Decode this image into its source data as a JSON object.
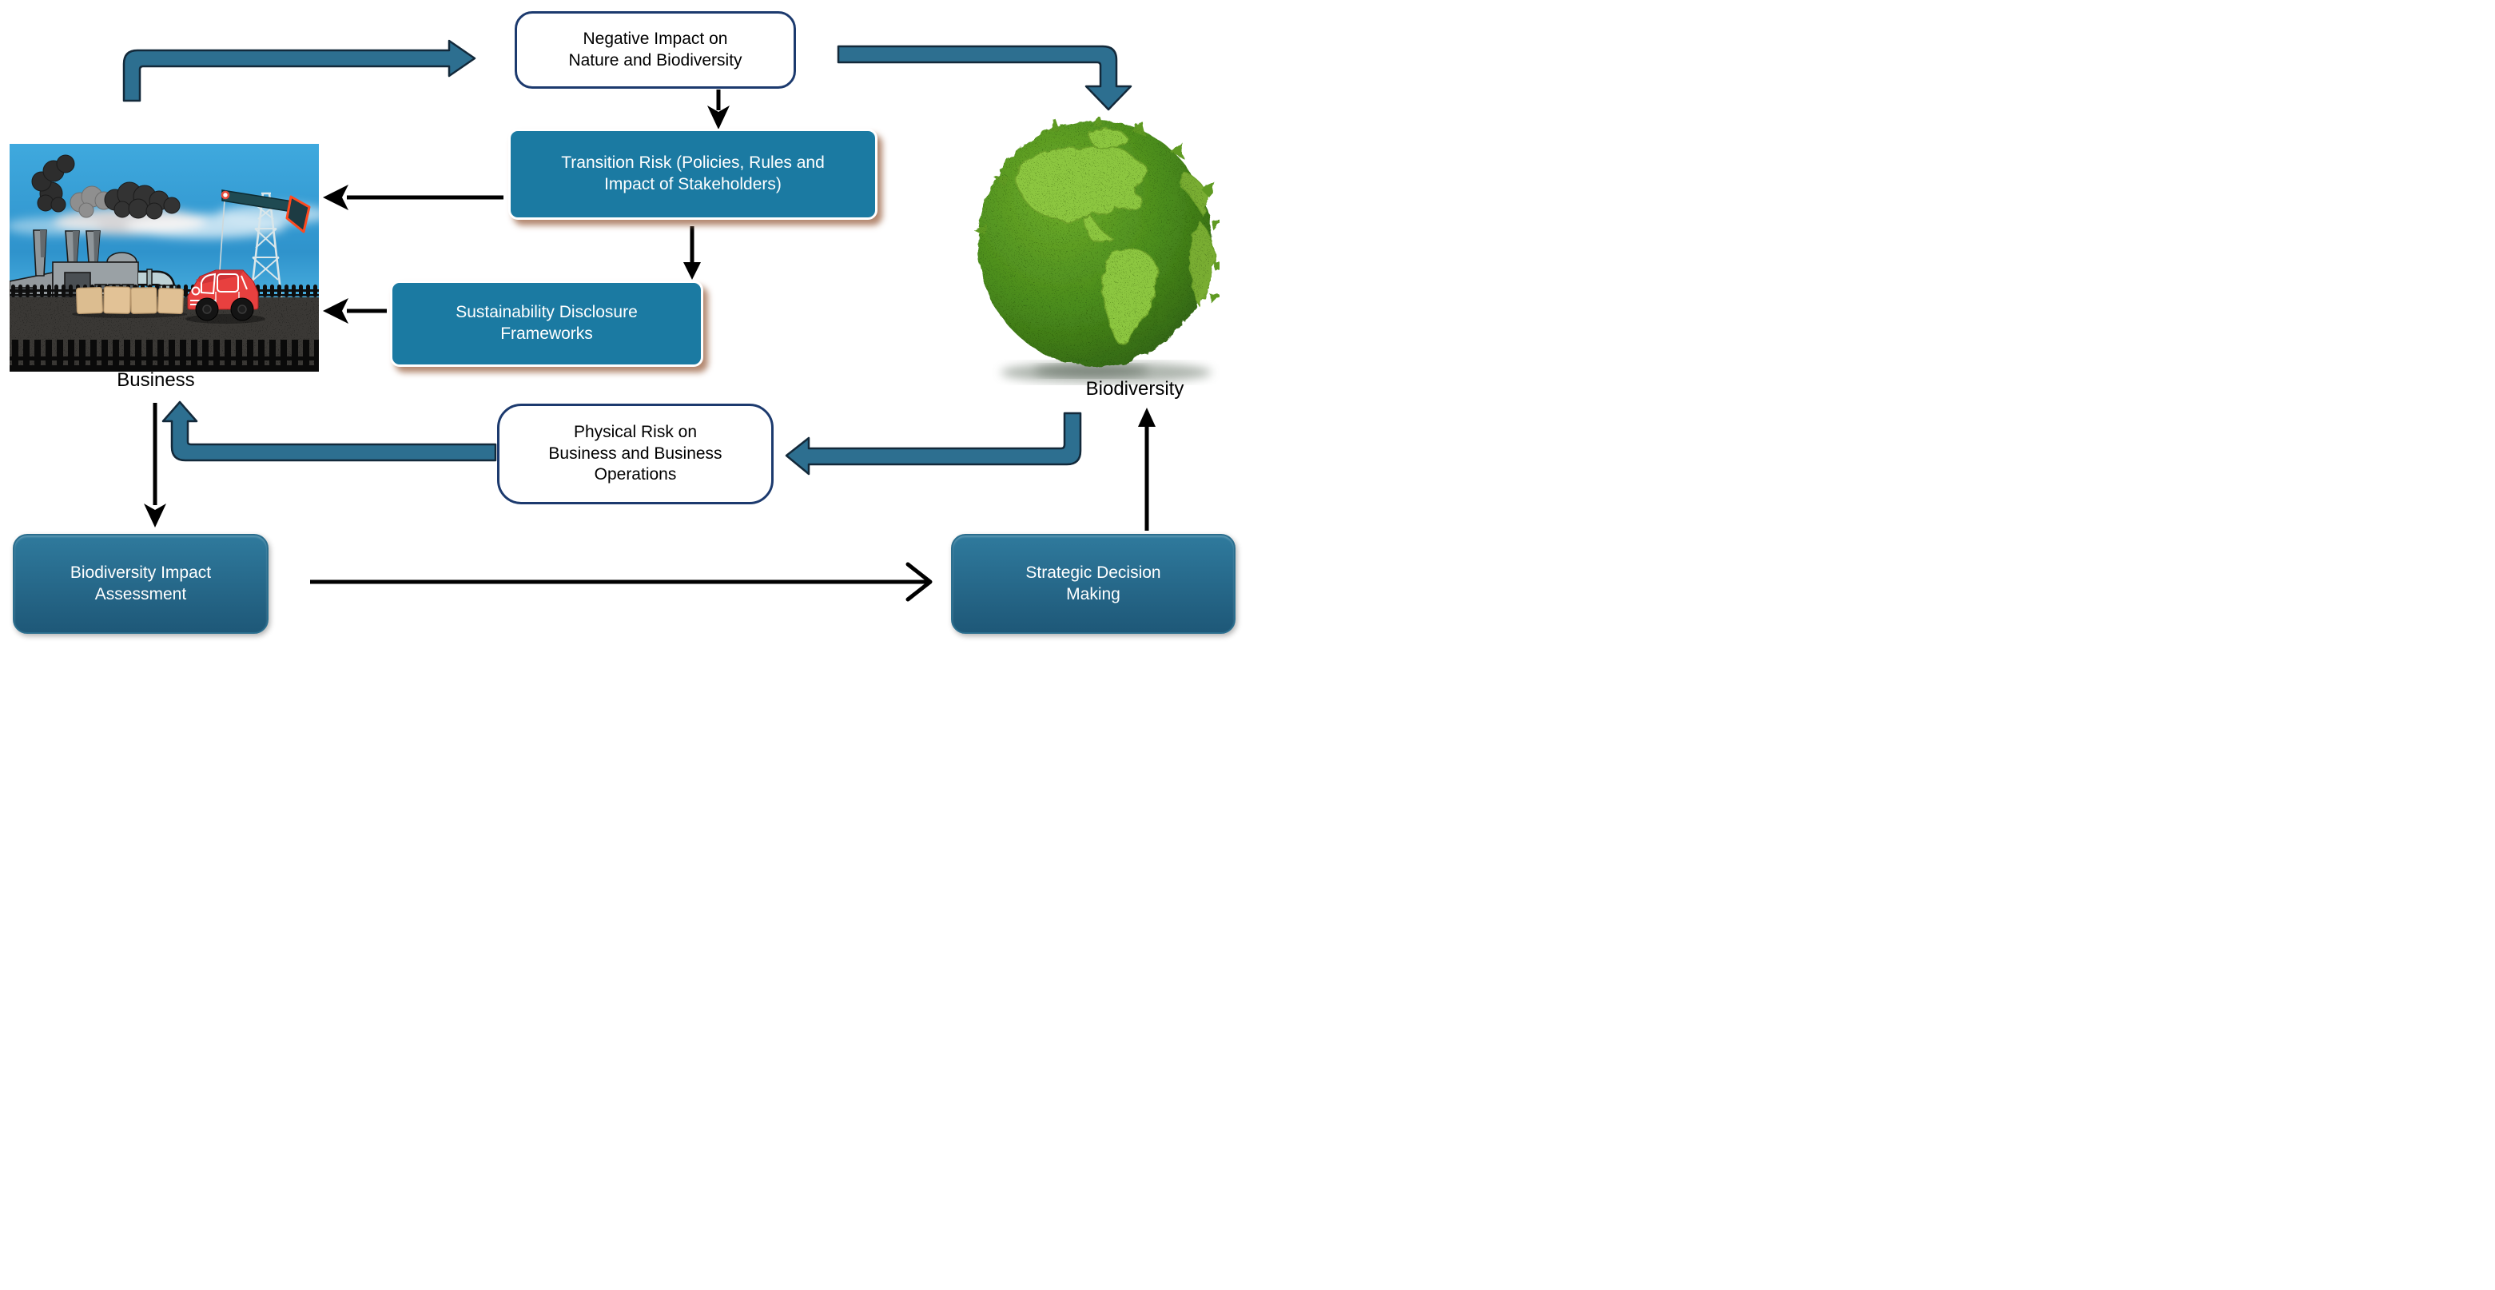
{
  "nodes": {
    "negative_impact": {
      "label": "Negative Impact on\nNature and Biodiversity"
    },
    "transition_risk": {
      "label": "Transition Risk (Policies, Rules and\nImpact of Stakeholders)"
    },
    "sustainability_disclosure": {
      "label": "Sustainability Disclosure\nFrameworks"
    },
    "physical_risk": {
      "label": "Physical Risk on\nBusiness and Business\nOperations"
    },
    "biodiversity_impact_assessment": {
      "label": "Biodiversity Impact\nAssessment"
    },
    "strategic_decision_making": {
      "label": "Strategic Decision\nMaking"
    }
  },
  "images": {
    "business": {
      "caption": "Business"
    },
    "biodiversity": {
      "caption": "Biodiversity"
    }
  },
  "edges": [
    {
      "from": "business",
      "to": "negative_impact",
      "style": "thick-teal"
    },
    {
      "from": "negative_impact",
      "to": "biodiversity",
      "style": "thick-teal"
    },
    {
      "from": "negative_impact",
      "to": "transition_risk",
      "style": "thin-black"
    },
    {
      "from": "transition_risk",
      "to": "business",
      "style": "thin-black"
    },
    {
      "from": "transition_risk",
      "to": "sustainability_disclosure",
      "style": "thin-black"
    },
    {
      "from": "sustainability_disclosure",
      "to": "business",
      "style": "thin-black"
    },
    {
      "from": "biodiversity",
      "to": "physical_risk",
      "style": "thick-teal"
    },
    {
      "from": "physical_risk",
      "to": "business",
      "style": "thick-teal"
    },
    {
      "from": "business",
      "to": "biodiversity_impact_assessment",
      "style": "thin-black"
    },
    {
      "from": "biodiversity_impact_assessment",
      "to": "strategic_decision_making",
      "style": "thin-black"
    },
    {
      "from": "strategic_decision_making",
      "to": "biodiversity",
      "style": "thin-black"
    }
  ],
  "colors": {
    "teal_box": "#1b7aa2",
    "teal_box_text": "#ffffff",
    "navy_border": "#1c3a6e",
    "white_box_bg": "#ffffff",
    "steel_box_top": "#2f7a9d",
    "steel_box_bottom": "#1e5878",
    "steel_box_border": "#2b6e8e",
    "arrow_fill": "#2d6f90",
    "arrow_stroke": "#13293a",
    "black": "#000000",
    "caption_text": "#000000"
  }
}
